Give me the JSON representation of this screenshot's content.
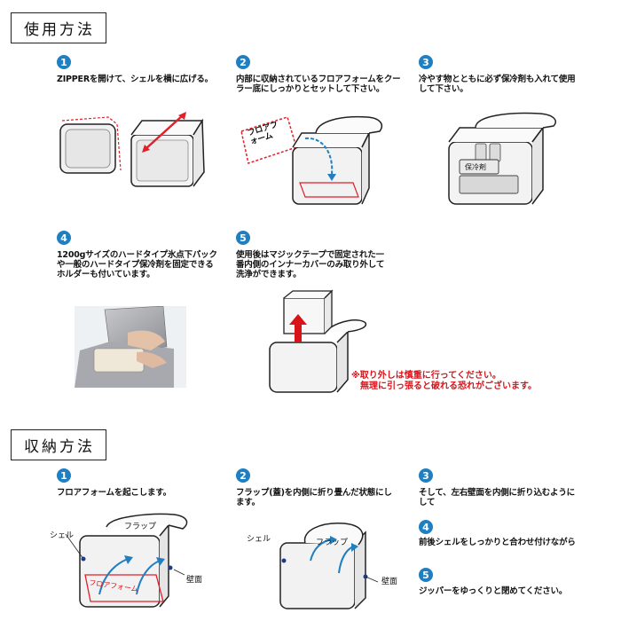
{
  "usage": {
    "title": "使用方法",
    "steps": [
      {
        "num": "1",
        "text": "ZIPPERを開けて、シェルを横に広げる。"
      },
      {
        "num": "2",
        "text": "内部に収納されているフロアフォームをクーラー底にしっかりとセットして下さい。",
        "label": "フロアフォーム"
      },
      {
        "num": "3",
        "text": "冷やす物とともに必ず保冷剤も入れて使用して下さい。",
        "label": "保冷剤"
      },
      {
        "num": "4",
        "text": "1200gサイズのハードタイプ氷点下パックや一般のハードタイプ保冷剤を固定できるホルダーも付いています。"
      },
      {
        "num": "5",
        "text": "使用後はマジックテープで固定された一番内側のインナーカバーのみ取り外して洗浄ができます。"
      }
    ],
    "warning": [
      "※取り外しは慎重に行ってください。",
      "無理に引っ張ると破れる恐れがございます。"
    ]
  },
  "storage": {
    "title": "収納方法",
    "steps": [
      {
        "num": "1",
        "text": "フロアフォームを起こします。"
      },
      {
        "num": "2",
        "text": "フラップ(蓋)を内側に折り畳んだ状態にします。"
      },
      {
        "num": "3",
        "text": "そして、左右壁面を内側に折り込むようにして"
      },
      {
        "num": "4",
        "text": "前後シェルをしっかりと合わせ付けながら"
      },
      {
        "num": "5",
        "text": "ジッパーをゆっくりと閉めてください。"
      }
    ],
    "labels": {
      "shell": "シェル",
      "flap": "フラップ",
      "wall": "壁面",
      "floor_form": "フロアフォーム"
    }
  },
  "colors": {
    "accent": "#1f7fc1",
    "warning": "#d8141a",
    "dashed": "#e0202a"
  }
}
